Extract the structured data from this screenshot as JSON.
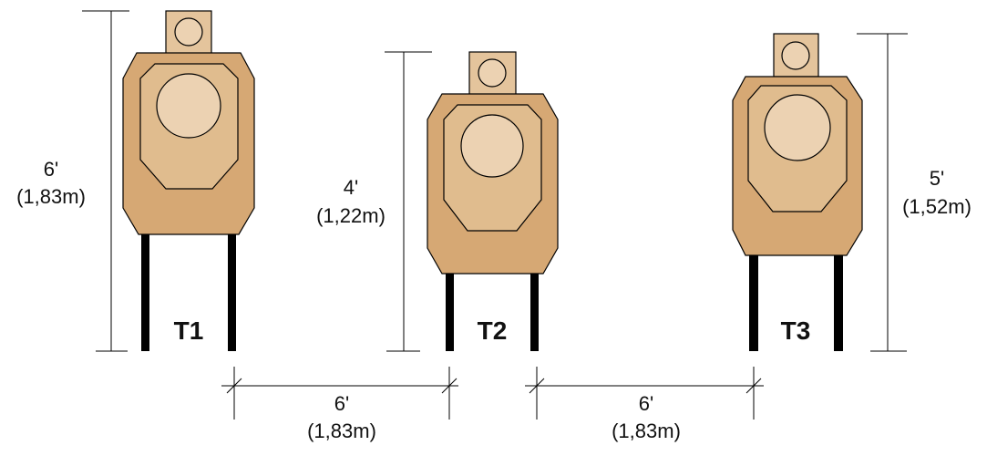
{
  "colors": {
    "body": "#D6A874",
    "inner_zone": "#E0BC8E",
    "head_plate": "#E4C49C",
    "circle": "#ECD2B2",
    "legs": "#000000",
    "lines": "#000000"
  },
  "targets": [
    {
      "id": "T1",
      "label": "T1",
      "height_ft": "6'",
      "height_m": "(1,83m)"
    },
    {
      "id": "T2",
      "label": "T2",
      "height_ft": "4'",
      "height_m": "(1,22m)"
    },
    {
      "id": "T3",
      "label": "T3",
      "height_ft": "5'",
      "height_m": "(1,52m)"
    }
  ],
  "spacings": [
    {
      "ft": "6'",
      "m": "(1,83m)"
    },
    {
      "ft": "6'",
      "m": "(1,83m)"
    }
  ]
}
